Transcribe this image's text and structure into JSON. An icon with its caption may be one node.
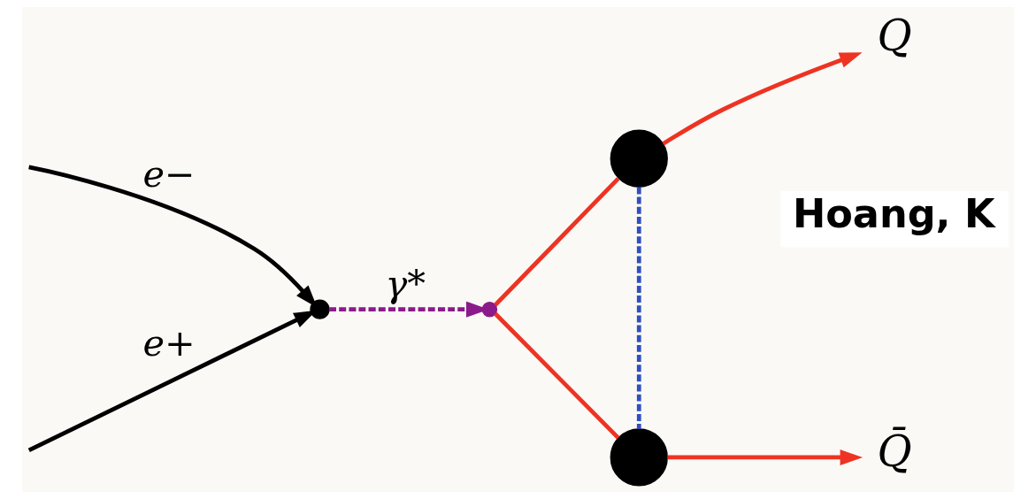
{
  "diagram": {
    "nodes": [
      {
        "text": [],
        "shape": "circle"
      },
      {
        "text": [],
        "shape": "circle"
      },
      {
        "text": [],
        "shape": "circle"
      },
      {
        "text": [],
        "shape": "circle"
      },
      {
        "text": [
          "Q"
        ]
      },
      {
        "text": [
          "Q̄"
        ]
      }
    ],
    "edges": [
      {
        "from": null,
        "to": 0,
        "arrow": "to",
        "label": "e−",
        "color": "#000000"
      },
      {
        "from": null,
        "to": 0,
        "arrow": "to",
        "label": "e+",
        "color": "#000000"
      },
      {
        "from": 0,
        "to": 1,
        "arrow": "to",
        "label": "γ*",
        "style": "dashed",
        "color": "#8b1a8b"
      },
      {
        "from": 1,
        "to": 2,
        "arrow": "none"
      },
      {
        "from": 2,
        "to": 4,
        "arrow": "to"
      },
      {
        "from": 1,
        "to": 3,
        "arrow": "none"
      },
      {
        "from": 3,
        "to": 5,
        "arrow": "to"
      },
      {
        "from": 2,
        "to": 3,
        "arrow": "none",
        "style": "dashed",
        "color": "#3050c0"
      }
    ],
    "labels": [
      "Hoang, K"
    ]
  }
}
